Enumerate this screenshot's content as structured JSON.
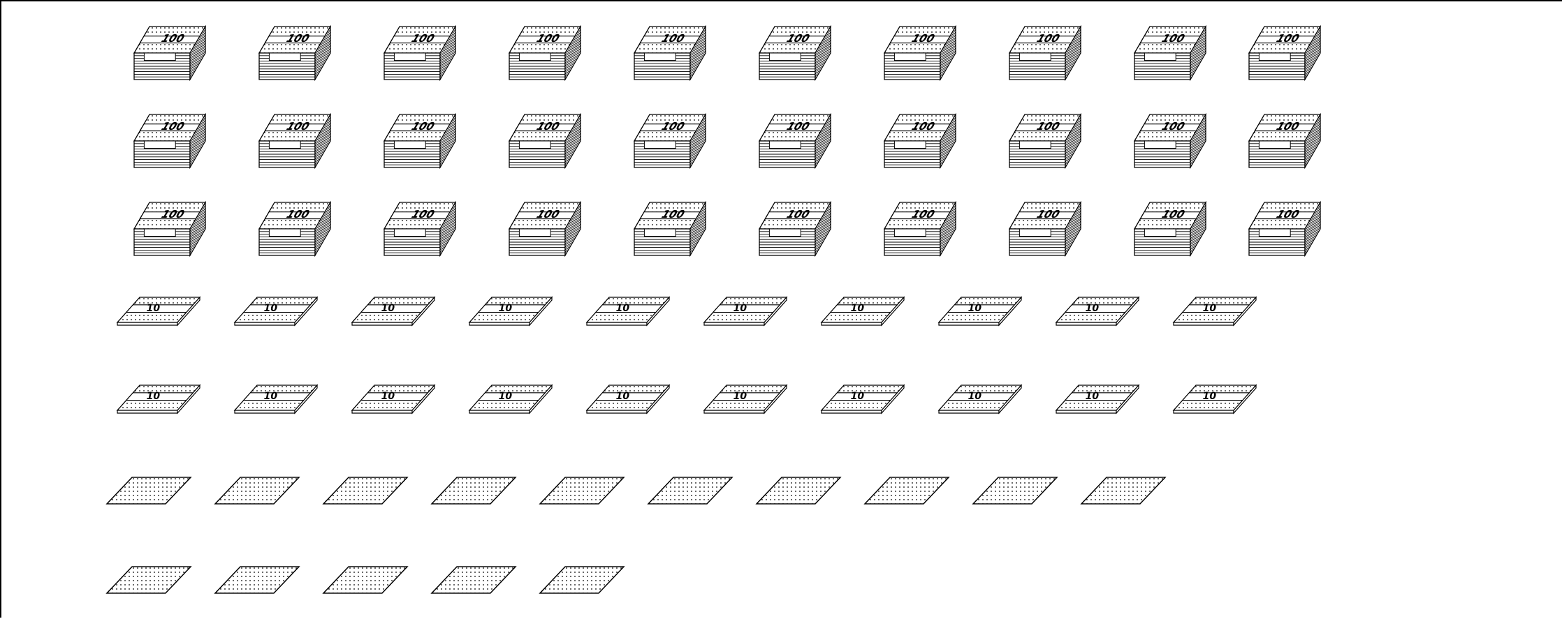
{
  "figure": {
    "hundred_label": "100",
    "ten_label": "10"
  },
  "counts": {
    "hundreds": 30,
    "tens": 20,
    "ones": 15
  },
  "rows": [
    {
      "kind": "hundred",
      "count": 10
    },
    {
      "kind": "hundred",
      "count": 10
    },
    {
      "kind": "hundred",
      "count": 10
    },
    {
      "kind": "ten",
      "count": 10
    },
    {
      "kind": "ten",
      "count": 10
    },
    {
      "kind": "one",
      "count": 10
    },
    {
      "kind": "one",
      "count": 5
    }
  ],
  "colors": {
    "stroke": "#000000",
    "fill": "#ffffff",
    "dots": "#000000"
  }
}
